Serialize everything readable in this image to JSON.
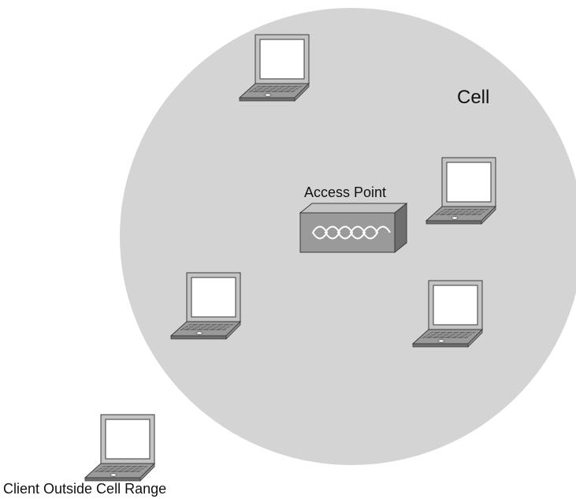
{
  "labels": {
    "cell": "Cell",
    "access_point": "Access Point",
    "client_outside": "Client Outside Cell Range"
  },
  "colors": {
    "cell_fill": "#d4d4d4",
    "device_light": "#c4c4c4",
    "device_mid": "#9a9a9a",
    "device_dark": "#6e6e6e",
    "screen": "#ffffff",
    "outline": "#3a3a3a"
  },
  "icons": {
    "client": "laptop-icon",
    "access_point": "access-point-icon"
  }
}
